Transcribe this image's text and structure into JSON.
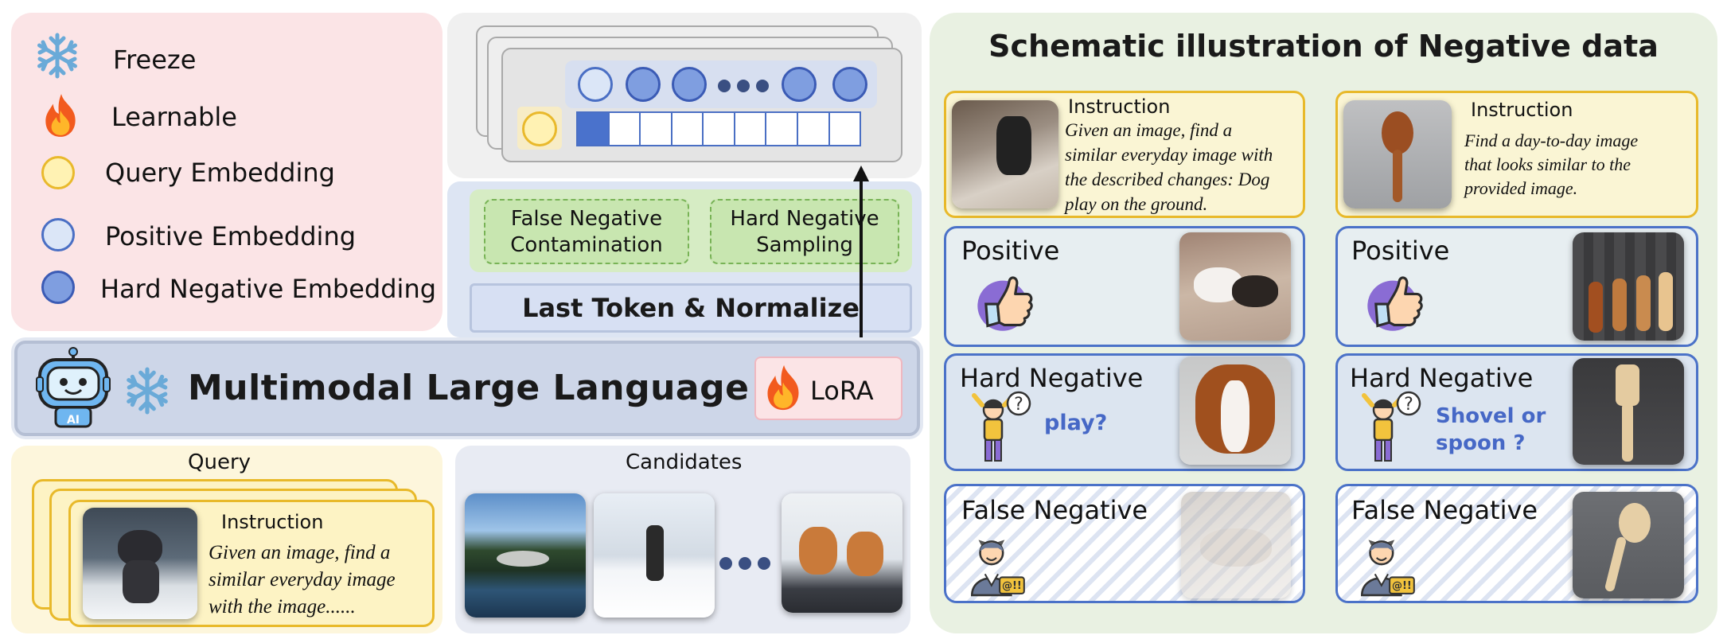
{
  "legend": {
    "freeze": "Freeze",
    "learnable": "Learnable",
    "query": "Query Embedding",
    "positive": "Positive Embedding",
    "hard_negative": "Hard Negative Embedding"
  },
  "pipeline": {
    "false_negative_line1": "False Negative",
    "false_negative_line2": "Contamination",
    "hard_negative_line1": "Hard Negative",
    "hard_negative_line2": "Sampling",
    "last_token": "Last Token & Normalize",
    "mllm": "Multimodal Large Language Model",
    "lora": "LoRA",
    "robot_tag": "AI"
  },
  "query": {
    "title": "Query",
    "instruction_label": "Instruction",
    "instruction_line1": "Given an image, find a",
    "instruction_line2": "similar everyday image",
    "instruction_line3": "with the image......"
  },
  "candidates": {
    "title": "Candidates"
  },
  "negative": {
    "title": "Schematic illustration of Negative data",
    "left": {
      "instruction_label": "Instruction",
      "instruction_line1": "Given an image, find a",
      "instruction_line2": "similar everyday image with",
      "instruction_line3": "the described changes: Dog",
      "instruction_line4": "play on the ground.",
      "positive": "Positive",
      "hard_negative": "Hard  Negative",
      "question": "play?",
      "false_negative": "False Negative",
      "badge": "@!!"
    },
    "right": {
      "instruction_label": "Instruction",
      "instruction_line1": "Find a day-to-day image",
      "instruction_line2": "that looks similar to the",
      "instruction_line3": "provided image.",
      "positive": "Positive",
      "hard_negative": "Hard  Negative",
      "question_line1": "Shovel or",
      "question_line2": "spoon ?",
      "false_negative": "False Negative",
      "badge": "@!!"
    }
  },
  "colors": {
    "legend_bg": "#fbe4e6",
    "embed_panel_bg": "#f0f0f0",
    "pipeline_bg": "#dde5f3",
    "query_bg": "#fdf6dc",
    "candidates_bg": "#e8ebf3",
    "negative_bg": "#e9f1e2",
    "card_border": "#4b72c8",
    "question_text": "#4668c6"
  },
  "icons": [
    "snowflake-icon",
    "flame-icon",
    "robot-icon",
    "thumbs-up-icon",
    "confused-person-icon",
    "devil-person-icon",
    "arrow-up-icon"
  ]
}
